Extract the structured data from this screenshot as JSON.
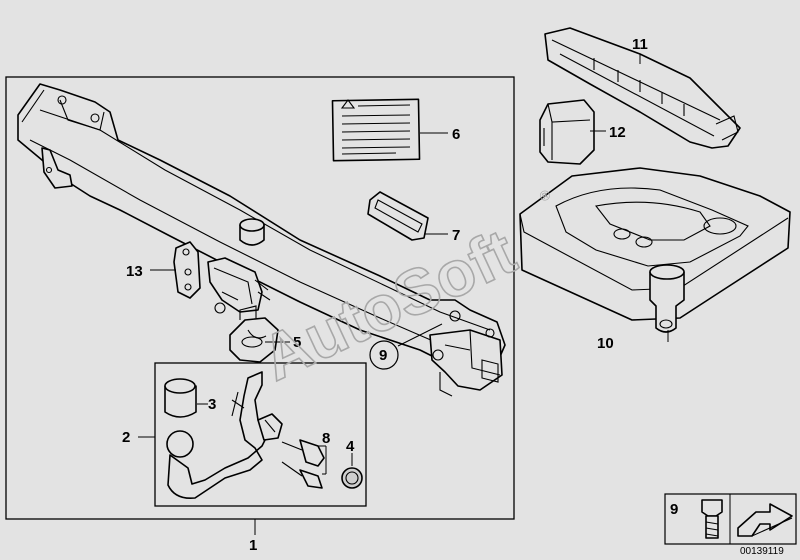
{
  "callouts": {
    "c1": "1",
    "c2": "2",
    "c3": "3",
    "c4": "4",
    "c5": "5",
    "c6": "6",
    "c7": "7",
    "c8": "8",
    "c9": "9",
    "c10": "10",
    "c11": "11",
    "c12": "12",
    "c13": "13"
  },
  "legend": {
    "number": "9"
  },
  "watermark": {
    "text": "AutoSoft",
    "mark": "®"
  },
  "document_number": "00139119",
  "colors": {
    "background": "#e3e3e3",
    "line": "#000000",
    "watermark": "#a8a8a8"
  },
  "icons": {
    "arrow": "arrow-right-icon",
    "bolt": "bolt-icon"
  }
}
